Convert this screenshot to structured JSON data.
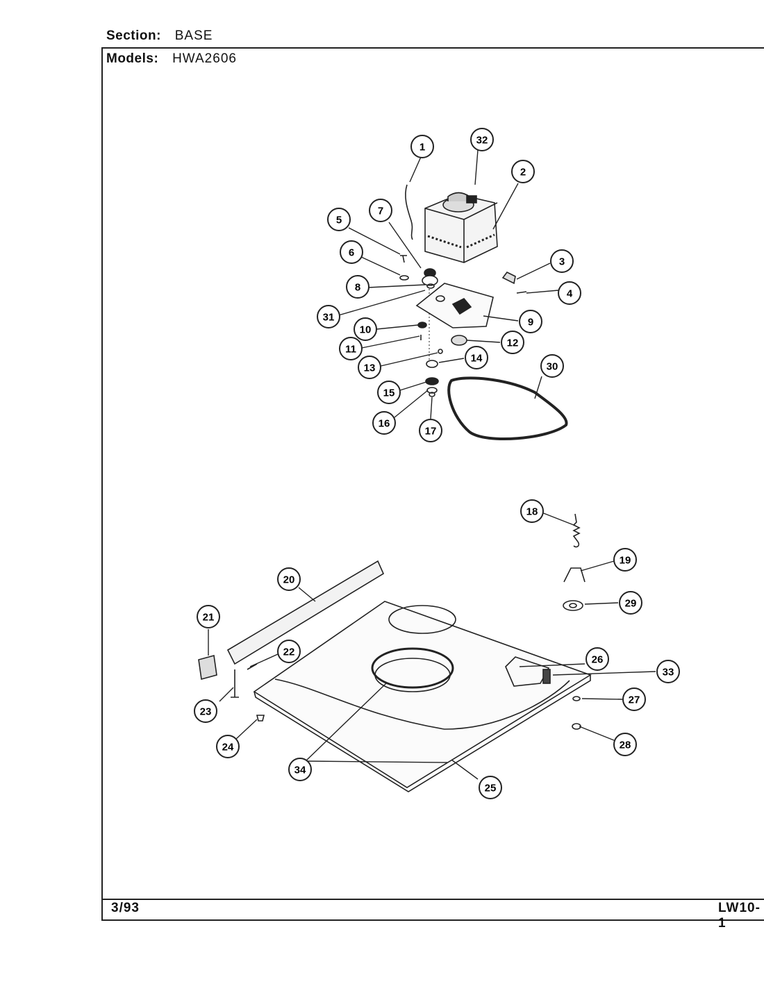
{
  "header": {
    "section_label": "Section:",
    "section_value": "BASE",
    "models_label": "Models:",
    "models_value": "HWA2606"
  },
  "footer": {
    "date": "3/93",
    "page_code": "LW10-1"
  },
  "callouts": [
    "1",
    "2",
    "3",
    "4",
    "5",
    "6",
    "7",
    "8",
    "9",
    "10",
    "11",
    "12",
    "13",
    "14",
    "15",
    "16",
    "17",
    "18",
    "19",
    "20",
    "21",
    "22",
    "23",
    "24",
    "25",
    "26",
    "27",
    "28",
    "29",
    "30",
    "31",
    "32",
    "33",
    "34"
  ]
}
